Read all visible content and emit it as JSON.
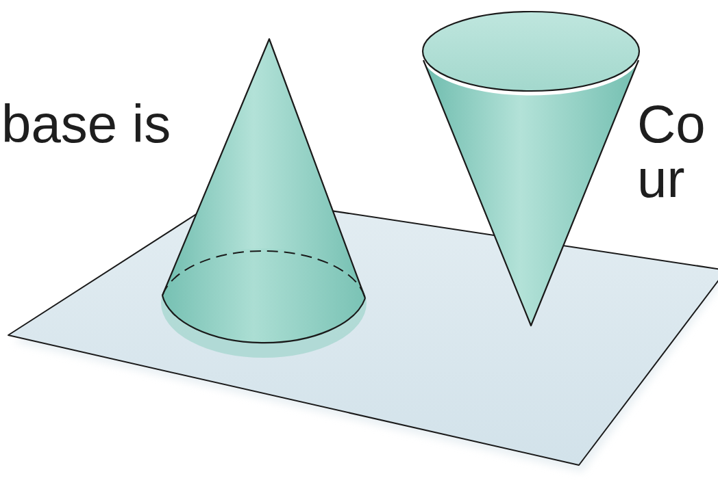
{
  "diagram": {
    "labels": [
      "base is",
      "Co",
      "ur"
    ]
  }
}
